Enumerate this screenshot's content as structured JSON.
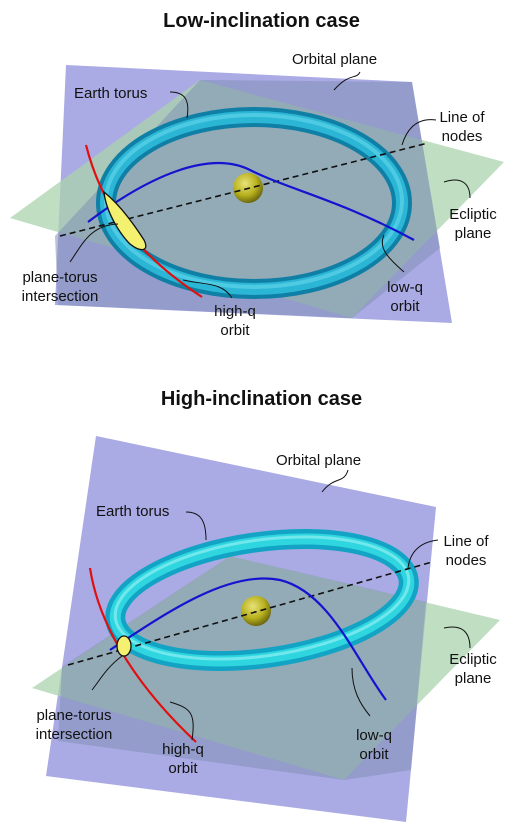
{
  "panels": [
    {
      "title": "Low-inclination case",
      "labels": {
        "orbital_plane": "Orbital plane",
        "earth_torus": "Earth torus",
        "line_of_nodes_1": "Line of",
        "line_of_nodes_2": "nodes",
        "ecliptic_1": "Ecliptic",
        "ecliptic_2": "plane",
        "intersection_1": "plane-torus",
        "intersection_2": "intersection",
        "high_q_1": "high-q",
        "high_q_2": "orbit",
        "low_q_1": "low-q",
        "low_q_2": "orbit"
      }
    },
    {
      "title": "High-inclination case",
      "labels": {
        "orbital_plane": "Orbital plane",
        "earth_torus": "Earth torus",
        "line_of_nodes_1": "Line of",
        "line_of_nodes_2": "nodes",
        "ecliptic_1": "Ecliptic",
        "ecliptic_2": "plane",
        "intersection_1": "plane-torus",
        "intersection_2": "intersection",
        "high_q_1": "high-q",
        "high_q_2": "orbit",
        "low_q_1": "low-q",
        "low_q_2": "orbit"
      }
    }
  ],
  "colors": {
    "orbital_plane": "#9b9bdf",
    "ecliptic_plane": "#a9d3ad",
    "torus": "#1aa6c8",
    "torus_light": "#2fd6e0",
    "high_q_orbit": "#e01010",
    "low_q_orbit": "#1414d0",
    "sun": "#b9b21e",
    "intersection_fill": "#f4f070"
  }
}
